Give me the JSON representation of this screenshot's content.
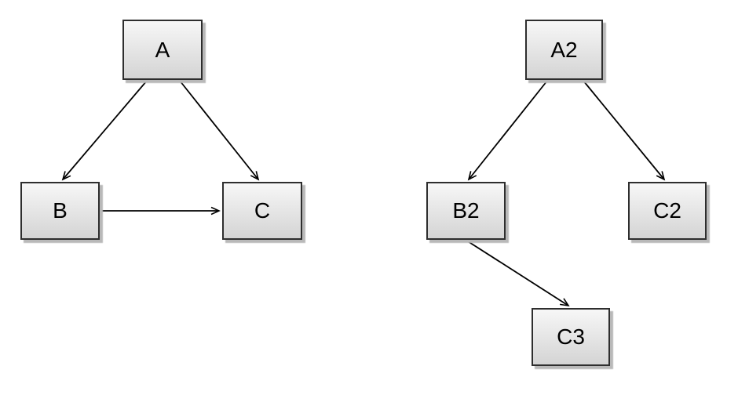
{
  "colors": {
    "background": "#ffffff",
    "node_fill_top": "#f7f7f7",
    "node_fill_bottom": "#d4d4d4",
    "node_border": "#2e2e2e",
    "node_shadow": "#b9b9b9",
    "edge": "#000000",
    "label": "#000000"
  },
  "graphs": {
    "left": {
      "nodes": {
        "a": {
          "label": "A"
        },
        "b": {
          "label": "B"
        },
        "c": {
          "label": "C"
        }
      },
      "edges": [
        {
          "from": "A",
          "to": "B"
        },
        {
          "from": "A",
          "to": "C"
        },
        {
          "from": "B",
          "to": "C"
        }
      ]
    },
    "right": {
      "nodes": {
        "a2": {
          "label": "A2"
        },
        "b2": {
          "label": "B2"
        },
        "c2": {
          "label": "C2"
        },
        "c3": {
          "label": "C3"
        }
      },
      "edges": [
        {
          "from": "A2",
          "to": "B2"
        },
        {
          "from": "A2",
          "to": "C2"
        },
        {
          "from": "B2",
          "to": "C3"
        }
      ]
    }
  }
}
